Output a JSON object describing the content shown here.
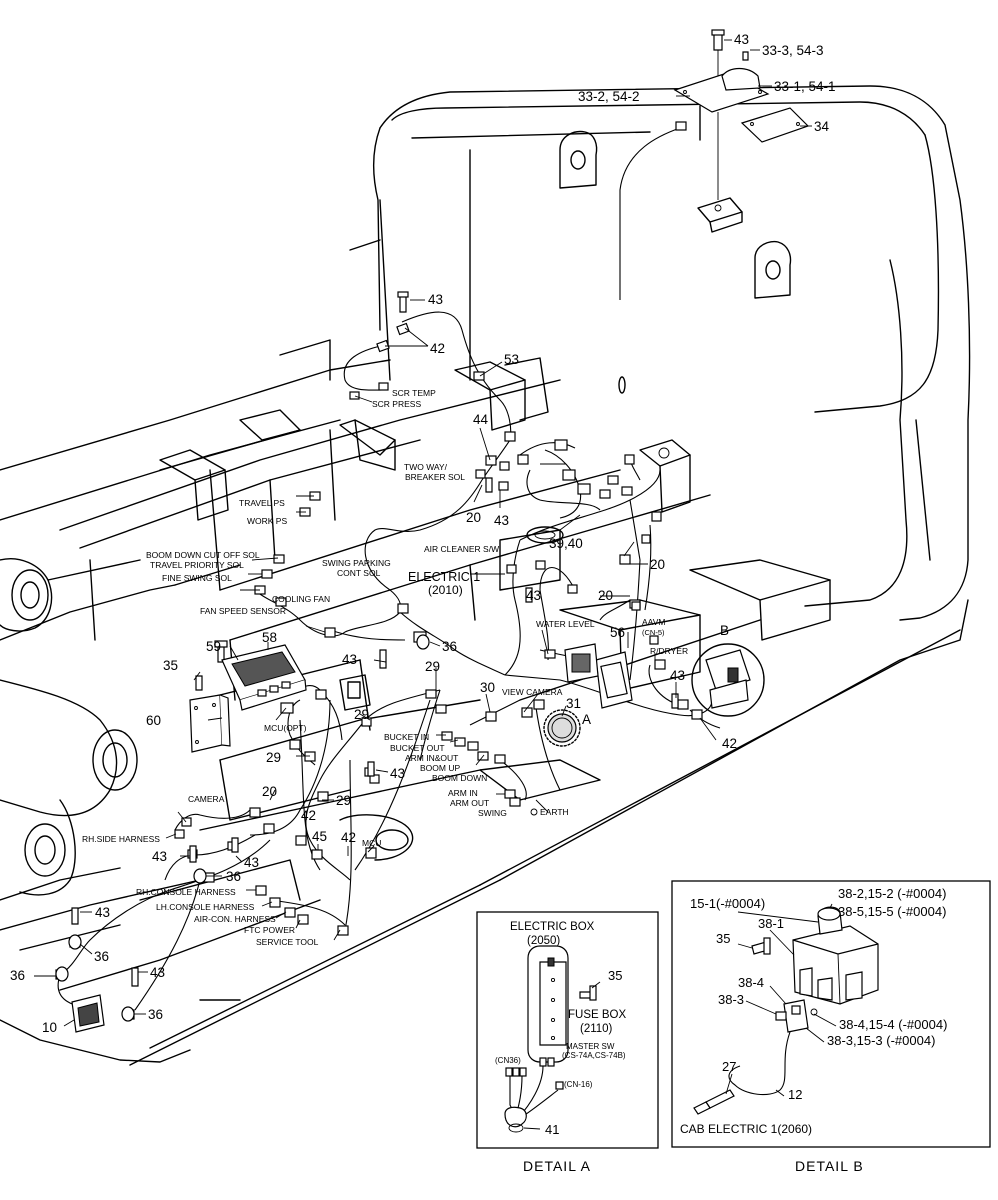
{
  "labels": {
    "scr_temp": "SCR TEMP",
    "scr_press": "SCR PRESS",
    "two_way": "TWO WAY/",
    "breaker_sol": "BREAKER SOL",
    "travel_ps": "TRAVEL PS",
    "work_ps": "WORK PS",
    "boom_down_cut_off_sol": "BOOM DOWN CUT OFF SOL",
    "travel_priority_sol": "TRAVEL PRIORITY SOL",
    "fine_swing_sol": "FINE SWING SOL",
    "swing_parking": "SWING PARKING",
    "cont_sol": "CONT SOL",
    "cooling_fan": "COOLING FAN",
    "fan_speed_sensor": "FAN SPEED SENSOR",
    "air_cleaner_sw": "AIR CLEANER S/W",
    "electric_1": "ELECTRIC 1",
    "electric_1_code": "(2010)",
    "water_level": "WATER LEVEL",
    "aavm": "AAVM",
    "aavm_cn": "(CN-5)",
    "r_dryer": "R/DRYER",
    "view_camera": "VIEW CAMERA",
    "mcu_opt": "MCU(OPT)",
    "bucket_in": "BUCKET IN",
    "bucket_out": "BUCKET OUT",
    "arm_in_out": "ARM IN&OUT",
    "boom_up": "BOOM UP",
    "boom_down": "BOOM DOWN",
    "arm_in": "ARM IN",
    "arm_out": "ARM OUT",
    "swing": "SWING",
    "earth": "EARTH",
    "camera": "CAMERA",
    "rh_side_harness": "RH.SIDE HARNESS",
    "mcu": "MCU",
    "rh_console_harness": "RH.CONSOLE HARNESS",
    "lh_console_harness": "LH.CONSOLE HARNESS",
    "air_con_harness": "AIR-CON. HARNESS",
    "ftc_power": "FTC POWER",
    "service_tool": "SERVICE TOOL",
    "detail_b_marker": "B",
    "detail_a_marker": "A"
  },
  "callouts": {
    "c43_top": "43",
    "c33_3": "33-3, 54-3",
    "c33_2": "33-2, 54-2",
    "c33_1": "33-1, 54-1",
    "c34": "34",
    "c43_a": "43",
    "c42_a": "42",
    "c53": "53",
    "c44": "44",
    "c20_a": "20",
    "c43_b": "43",
    "c39_40": "39,40",
    "c20_b": "20",
    "c43_c": "43",
    "c20_c": "20",
    "c56": "56",
    "c59": "59",
    "c58": "58",
    "c36_a": "36",
    "c35": "35",
    "c43_d": "43",
    "c29_a": "29",
    "c30": "30",
    "c31": "31",
    "c43_e": "43",
    "c42_b": "42",
    "c60": "60",
    "c29_b": "29",
    "c29_c": "29",
    "c43_f": "43",
    "c20_d": "20",
    "c29_d": "29",
    "c42_c": "42",
    "c45": "45",
    "c42_d": "42",
    "c43_g": "43",
    "c43_h": "43",
    "c36_b": "36",
    "c43_i": "43",
    "c36_c": "36",
    "c36_d": "36",
    "c43_j": "43",
    "c36_e": "36",
    "c10": "10"
  },
  "detail_a": {
    "title": "DETAIL  A",
    "electric_box": "ELECTRIC BOX",
    "electric_box_code": "(2050)",
    "fuse_box": "FUSE BOX",
    "fuse_box_code": "(2110)",
    "c35": "35",
    "master_sw": "MASTER SW",
    "master_sw_code": "(CS-74A,CS-74B)",
    "cn36": "(CN36)",
    "cn16": "(CN-16)",
    "c41": "41"
  },
  "detail_b": {
    "title": "DETAIL  B",
    "c15_1": "15-1(-#0004)",
    "c38_1": "38-1",
    "c38_2": "38-2,15-2 (-#0004)",
    "c38_5": "38-5,15-5 (-#0004)",
    "c35": "35",
    "c38_4": "38-4",
    "c38_3": "38-3",
    "c38_4b": "38-4,15-4 (-#0004)",
    "c38_3b": "38-3,15-3 (-#0004)",
    "c27": "27",
    "c12": "12",
    "cab_electric": "CAB ELECTRIC 1(2060)"
  }
}
